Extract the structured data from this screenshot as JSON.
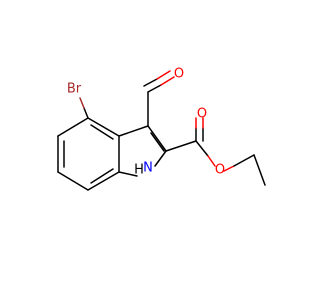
{
  "molecule": {
    "atoms": {
      "br": "Br",
      "o_aldehyde": "O",
      "o_carbonyl": "O",
      "o_ester": "O",
      "nh": "N",
      "h": "H"
    },
    "colors": {
      "bond": "#000000",
      "bromine": "#a52a2a",
      "oxygen": "#ff0000",
      "nitrogen": "#0000ff",
      "hydrogen": "#000000"
    }
  }
}
